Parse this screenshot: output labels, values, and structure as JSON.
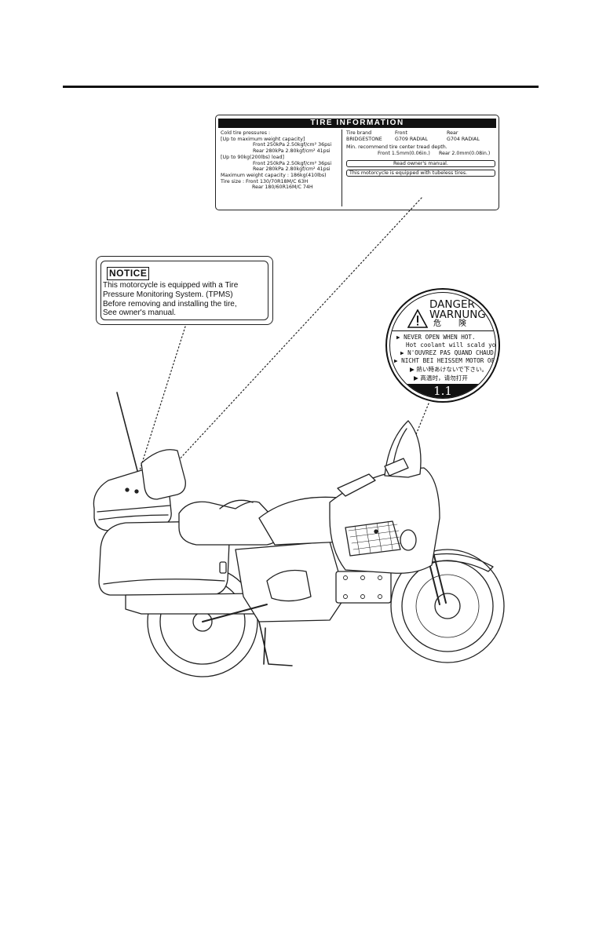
{
  "tire_label": {
    "title": "TIRE INFORMATION",
    "left_lines": [
      "Cold tire pressures :",
      "[Up to maximum weight capacity]",
      "Front 250kPa 2.50kgf/cm² 36psi",
      "Rear 280kPa 2.80kgf/cm² 41psi",
      "[Up to 90kg(200lbs) load]",
      "Front 250kPa 2.50kgf/cm² 36psi",
      "Rear 280kPa 2.80kgf/cm² 41psi",
      "Maximum weight capacity : 186kg(410lbs)",
      "Tire size : Front 130/70R18M/C 63H",
      "Rear 180/60R16M/C 74H"
    ],
    "brand_header": {
      "label": "Tire brand",
      "front": "Front",
      "rear": "Rear"
    },
    "brand_row": {
      "brand": "BRIDGESTONE",
      "front": "G709 RADIAL",
      "rear": "G704 RADIAL"
    },
    "tread_title": "Min. recommend tire center tread depth.",
    "tread_front": "Front 1.5mm(0.06in.)",
    "tread_rear": "Rear 2.0mm(0.08in.)",
    "read_manual": "Read owner's manual.",
    "tubeless": "This motorcycle is equipped with tubeless tires."
  },
  "notice_label": {
    "heading": "NOTICE",
    "lines": [
      "This motorcycle is equipped with a Tire",
      "Pressure Monitoring System. (TPMS)",
      "Before removing and installing the tire,",
      "See owner's manual."
    ]
  },
  "danger_label": {
    "danger": "DANGER",
    "warnung": "WARNUNG",
    "cjk": "危険",
    "lines": [
      "▶ NEVER OPEN WHEN HOT.",
      "Hot coolant will scald you.",
      "▶ N'OUVREZ PAS QUAND CHAUD.",
      "▶ NICHT BEI HEISSEM MOTOR OFFNEN.",
      "▶ 熱い時あけないで下さい。",
      "▶ 高温时，请勿打开"
    ],
    "pressure": "1.1"
  }
}
